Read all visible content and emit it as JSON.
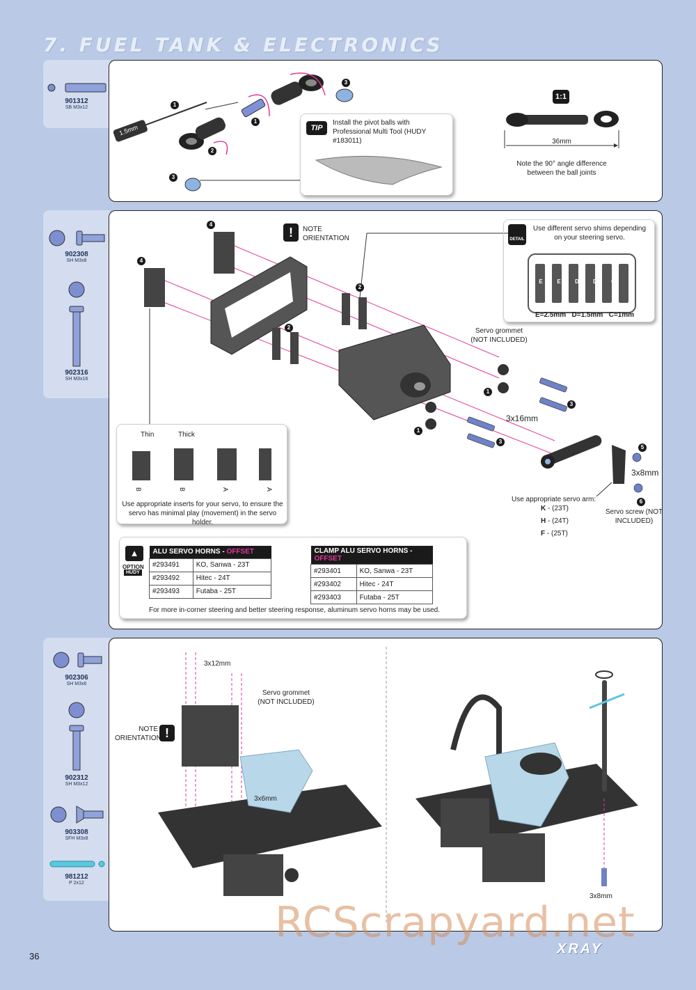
{
  "header": {
    "title": "7. FUEL TANK & ELECTRONICS"
  },
  "section1": {
    "parts": [
      {
        "code": "901312",
        "desc": "SB M3x12"
      }
    ],
    "labels": {
      "tool_size": "1.5mm",
      "step1": "1",
      "step2": "2",
      "step3": "3",
      "tip_badge": "TIP",
      "tip_text": "Install the pivot balls with Professional Multi Tool (HUDY #183011)",
      "scale_badge": "1:1",
      "dimension": "36mm",
      "note": "Note the 90° angle difference between the ball joints"
    }
  },
  "section2": {
    "parts": [
      {
        "code": "902308",
        "desc": "SH M3x8"
      },
      {
        "code": "902316",
        "desc": "SH M3x16"
      }
    ],
    "labels": {
      "step4": "4",
      "step2": "2",
      "step1": "1",
      "step3": "3",
      "step5": "5",
      "step6": "6",
      "note_orientation": "NOTE ORIENTATION",
      "detail_badge": "DETAIL",
      "shim_note": "Use different servo shims depending on your steering servo.",
      "shim_letters": [
        "E",
        "E",
        "D",
        "D",
        "C",
        "C"
      ],
      "shim_legend": "E=2.5mm   D=1.5mm   C=1mm",
      "grommet": "Servo grommet (NOT INCLUDED)",
      "screw_long": "3x16mm",
      "screw_short": "3x8mm",
      "servo_screw": "Servo screw (NOT INCLUDED)",
      "servo_arm_title": "Use appropriate servo arm:",
      "servo_arms": [
        {
          "key": "K",
          "val": " - (23T)"
        },
        {
          "key": "H",
          "val": " - (24T)"
        },
        {
          "key": "F",
          "val": " - (25T)"
        }
      ],
      "inserts_thin": "Thin",
      "inserts_thick": "Thick",
      "insert_letters": [
        "B",
        "B",
        "A",
        "A"
      ],
      "inserts_note": "Use appropriate inserts for your servo, to ensure the servo has minimal play (movement) in the servo holder."
    },
    "option": {
      "badge": "OPTION",
      "brand": "HUDY",
      "alu_title": "ALU SERVO HORNS - ",
      "alu_hl": "OFFSET",
      "alu_rows": [
        {
          "code": "#293491",
          "name": "KO, Sanwa - 23T"
        },
        {
          "code": "#293492",
          "name": "Hitec - 24T"
        },
        {
          "code": "#293493",
          "name": "Futaba - 25T"
        }
      ],
      "clamp_title": "CLAMP ALU SERVO HORNS - ",
      "clamp_hl": "OFFSET",
      "clamp_rows": [
        {
          "code": "#293401",
          "name": "KO, Sanwa - 23T"
        },
        {
          "code": "#293402",
          "name": "Hitec - 24T"
        },
        {
          "code": "#293403",
          "name": "Futaba - 25T"
        }
      ],
      "footer": "For more in-corner steering and better steering response, aluminum servo horns may be used."
    }
  },
  "section3": {
    "parts": [
      {
        "code": "902306",
        "desc": "SH M3x6"
      },
      {
        "code": "902312",
        "desc": "SH M3x12"
      },
      {
        "code": "903308",
        "desc": "SFH M3x8"
      },
      {
        "code": "981212",
        "desc": "P 2x12"
      }
    ],
    "labels": {
      "screw_a": "3x12mm",
      "grommet": "Servo grommet (NOT INCLUDED)",
      "note_orientation": "NOTE ORIENTATION",
      "screw_b": "3x6mm",
      "screw_c": "3x8mm"
    }
  },
  "footer": {
    "page": "36",
    "brand": "XRAY",
    "watermark": "RCScrapyard.net"
  },
  "colors": {
    "accent": "#e0379a",
    "background": "#b9c9e6",
    "part_blue": "#6f82c7",
    "chassis_light": "#b8d8ea"
  }
}
